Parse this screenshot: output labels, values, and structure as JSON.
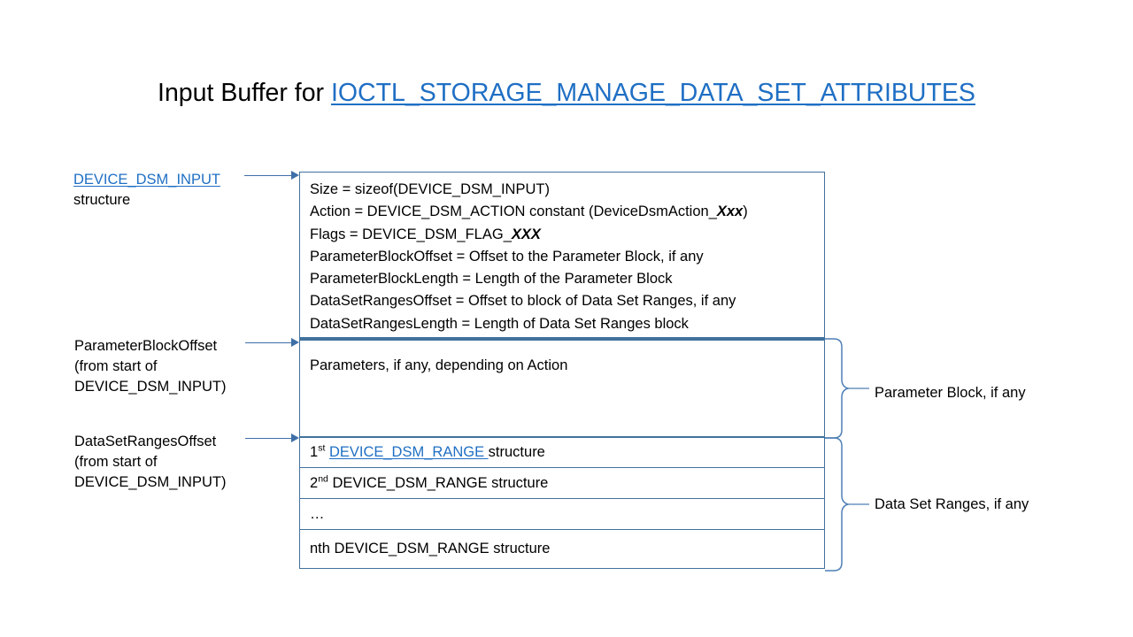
{
  "title": {
    "prefix": "Input Buffer for ",
    "link": "IOCTL_STORAGE_MANAGE_DATA_SET_ATTRIBUTES"
  },
  "left_labels": {
    "device_dsm_input": {
      "link": "DEVICE_DSM_INPUT",
      "line2": "structure"
    },
    "parameter_block_offset": {
      "line1": "ParameterBlockOffset",
      "line2": "(from start of",
      "line3": "DEVICE_DSM_INPUT)"
    },
    "data_set_ranges_offset": {
      "line1": "DataSetRangesOffset",
      "line2": "(from start of",
      "line3": "DEVICE_DSM_INPUT)"
    }
  },
  "header_box": {
    "fields": [
      {
        "pre": "Size  = sizeof(DEVICE_DSM_INPUT)",
        "italic": "",
        "post": ""
      },
      {
        "pre": "Action = DEVICE_DSM_ACTION  constant (DeviceDsmAction_",
        "italic": "Xxx",
        "post": ")"
      },
      {
        "pre": "Flags = DEVICE_DSM_FLAG_",
        "italic": "XXX",
        "post": ""
      },
      {
        "pre": "ParameterBlockOffset  = Offset to the Parameter Block, if any",
        "italic": "",
        "post": ""
      },
      {
        "pre": "ParameterBlockLength  = Length of the Parameter  Block",
        "italic": "",
        "post": ""
      },
      {
        "pre": "DataSetRangesOffset  = Offset to block of Data Set Ranges, if any",
        "italic": "",
        "post": ""
      },
      {
        "pre": "DataSetRangesLength  = Length of Data Set Ranges block",
        "italic": "",
        "post": ""
      }
    ]
  },
  "parameter_box": {
    "text": "Parameters, if any, depending on Action"
  },
  "ranges_box": {
    "rows": [
      {
        "ordinal": "1",
        "sup": "st",
        "link": "DEVICE_DSM_RANGE ",
        "plain": " ",
        "tail": "structure"
      },
      {
        "ordinal": "2",
        "sup": "nd",
        "link": "",
        "plain": " DEVICE_DSM_RANGE ",
        "tail": " structure"
      },
      {
        "ordinal": "…",
        "sup": "",
        "link": "",
        "plain": "",
        "tail": ""
      },
      {
        "ordinal": "nth",
        "sup": "",
        "link": "",
        "plain": " DEVICE_DSM_RANGE ",
        "tail": " structure"
      }
    ]
  },
  "right_labels": {
    "parameter_block": "Parameter Block, if any",
    "data_set_ranges": "Data Set Ranges, if any"
  },
  "colors": {
    "link_blue": "#1F6FC4",
    "box_border": "#41719C",
    "arrow_blue": "#3E6FA8",
    "brace_blue": "#4E7FB5",
    "text": "#000000",
    "background": "#FFFFFF"
  }
}
